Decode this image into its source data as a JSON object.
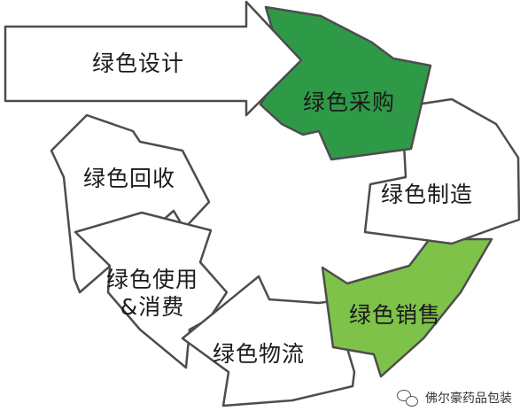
{
  "diagram": {
    "stages": [
      {
        "id": "design",
        "label": "绿色设计",
        "fill": "#ffffff"
      },
      {
        "id": "procurement",
        "label": "绿色采购",
        "fill": "#2e9a47"
      },
      {
        "id": "manufacture",
        "label": "绿色制造",
        "fill": "#ffffff"
      },
      {
        "id": "sales",
        "label": "绿色销售",
        "fill": "#7fc24a"
      },
      {
        "id": "logistics",
        "label": "绿色物流",
        "fill": "#ffffff"
      },
      {
        "id": "use",
        "label": "绿色使用\n&消费",
        "fill": "#ffffff"
      },
      {
        "id": "recycle",
        "label": "绿色回收",
        "fill": "#ffffff"
      }
    ]
  },
  "watermark": {
    "text": "佛尔豪药品包装",
    "icon": "wechat-icon"
  }
}
